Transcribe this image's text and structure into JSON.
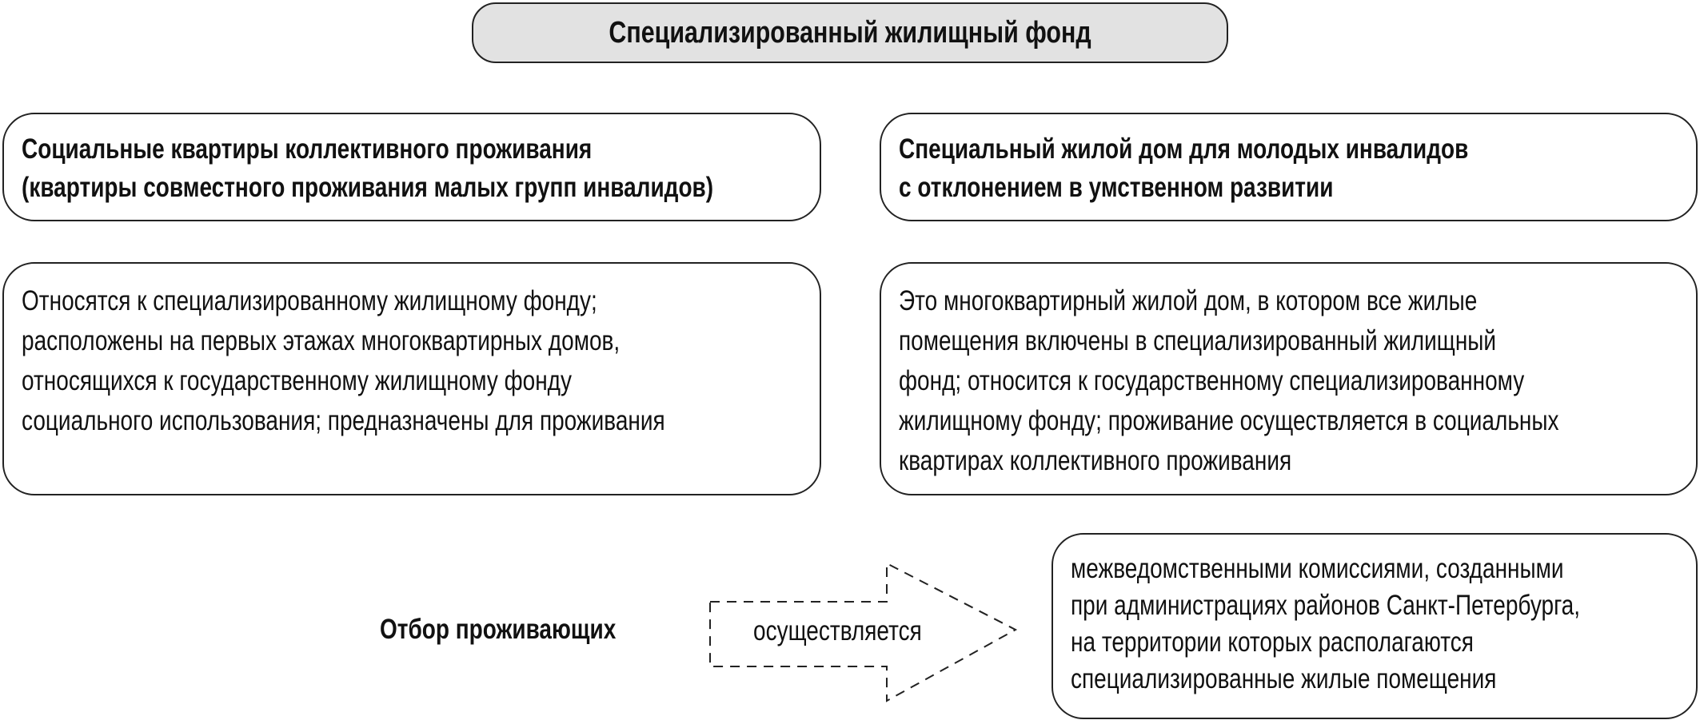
{
  "title": "Специализированный жилищный фонд",
  "left": {
    "header_lines": [
      "Социальные квартиры коллективного проживания",
      "(квартиры совместного проживания малых групп инвалидов)"
    ],
    "body_lines": [
      "Относятся к специализированному жилищному фонду;",
      "расположены на первых этажах многоквартирных домов,",
      "относящихся к государственному жилищному фонду",
      "социального использования; предназначены для проживания"
    ]
  },
  "right": {
    "header_lines": [
      "Специальный жилой дом для молодых инвалидов",
      "с отклонением в умственном развитии"
    ],
    "body_lines": [
      "Это многоквартирный жилой дом, в котором все жилые",
      "помещения включены в специализированный жилищный",
      "фонд; относится к государственному специализированному",
      "жилищному фонду; проживание осуществляется в социальных",
      "квартирах коллективного проживания"
    ]
  },
  "selection": {
    "label": "Отбор проживающих",
    "arrow_text": "осуществляется",
    "result_lines": [
      "межведомственными комиссиями, созданными",
      "при администрациях районов Санкт-Петербурга,",
      "на территории которых располагаются",
      "специализированные жилые помещения"
    ]
  }
}
